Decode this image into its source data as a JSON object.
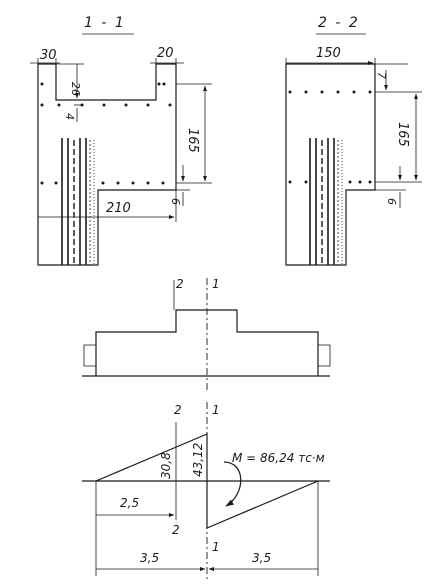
{
  "section_a": {
    "title": "1 - 1",
    "dims": {
      "d30": "30",
      "d20": "20",
      "d26": "26",
      "d4": "4",
      "d165": "165",
      "d6": "6",
      "d210": "210"
    }
  },
  "section_b": {
    "title": "2 - 2",
    "dims": {
      "d150": "150",
      "d7": "7",
      "d165": "165",
      "d6": "6"
    }
  },
  "elevation": {
    "cut2": "2",
    "cut1": "1"
  },
  "moment_diagram": {
    "cut2_top": "2",
    "cut1_top": "1",
    "cut2_bottom": "2",
    "cut1_bottom": "1",
    "value_left": "30,8",
    "value_right": "43,12",
    "moment_label": "M = 86,24 тс·м",
    "dim_25": "2,5",
    "dim_35_left": "3,5",
    "dim_35_right": "3,5"
  }
}
